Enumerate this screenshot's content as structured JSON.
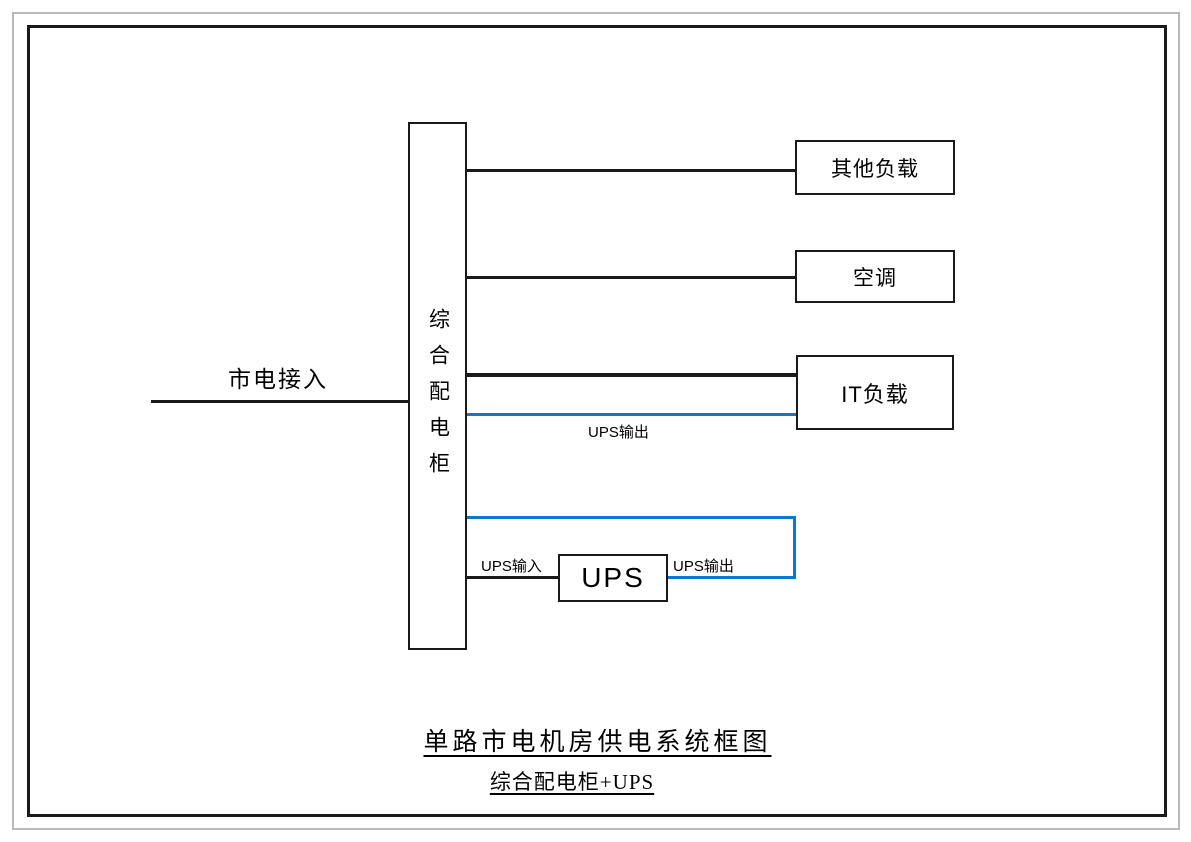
{
  "diagram": {
    "title": "单路市电机房供电系统框图",
    "subtitle": "综合配电柜+UPS",
    "mains_label": "市电接入",
    "cabinet_label": "综合配电柜",
    "loads": {
      "other": "其他负载",
      "ac": "空调",
      "it": "IT负载"
    },
    "ups": {
      "box_label": "UPS",
      "input_label": "UPS输入",
      "output_label": "UPS输出",
      "it_feed_label": "UPS输出"
    },
    "colors": {
      "line-black": "#1a1a1a",
      "line-blue": "#0878d2",
      "frame-gray": "#b9b9b9"
    }
  }
}
